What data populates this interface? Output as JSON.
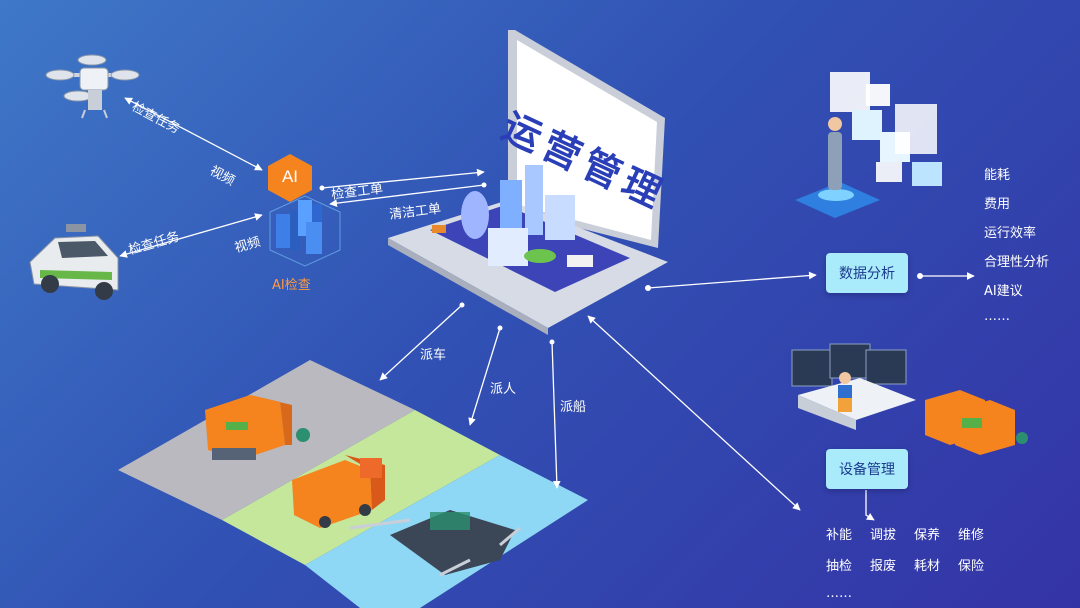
{
  "screen": {
    "title": "运营管理"
  },
  "ai_center": {
    "badge": "AI",
    "caption": "AI检查"
  },
  "edges": {
    "drone_task": "检查任务",
    "drone_video": "视频",
    "car_task": "检查任务",
    "car_video": "视频",
    "inspect_order": "检查工单",
    "clean_order": "清洁工单",
    "dispatch_vehicle": "派车",
    "dispatch_person": "派人",
    "dispatch_boat": "派船"
  },
  "data_analysis": {
    "label": "数据分析",
    "items": [
      "能耗",
      "费用",
      "运行效率",
      "合理性分析",
      "AI建议",
      "……"
    ]
  },
  "device_management": {
    "label": "设备管理",
    "items": [
      "补能",
      "调拔",
      "保养",
      "维修",
      "抽检",
      "报废",
      "耗材",
      "保险",
      "……"
    ]
  },
  "colors": {
    "accent_box": "#a9eafb",
    "ai_orange": "#f5841f",
    "screen_text": "#2a3fb7"
  }
}
